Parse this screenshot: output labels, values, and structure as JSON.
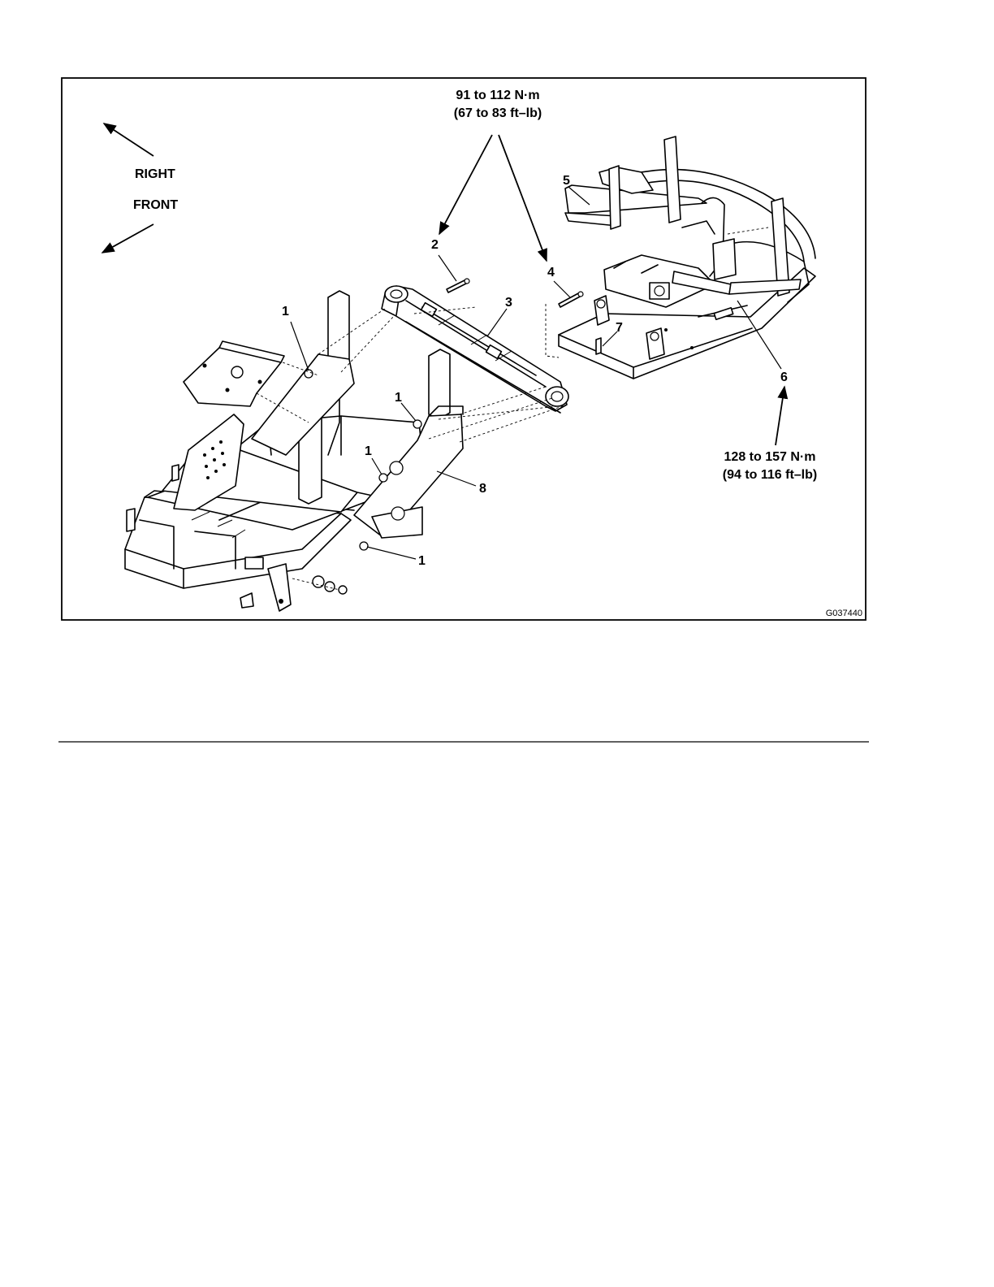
{
  "figure": {
    "directions": {
      "right": "RIGHT",
      "front": "FRONT"
    },
    "torque_top": {
      "metric": "91 to 112 N·m",
      "imperial": "(67 to 83 ft–lb)"
    },
    "torque_bottom": {
      "metric": "128 to 157 N·m",
      "imperial": "(94 to 116 ft–lb)"
    },
    "callouts": [
      {
        "id": "c1a",
        "label": "1"
      },
      {
        "id": "c1b",
        "label": "1"
      },
      {
        "id": "c1c",
        "label": "1"
      },
      {
        "id": "c1d",
        "label": "1"
      },
      {
        "id": "c2",
        "label": "2"
      },
      {
        "id": "c3",
        "label": "3"
      },
      {
        "id": "c4",
        "label": "4"
      },
      {
        "id": "c5",
        "label": "5"
      },
      {
        "id": "c6",
        "label": "6"
      },
      {
        "id": "c7",
        "label": "7"
      },
      {
        "id": "c8",
        "label": "8"
      }
    ],
    "graphic_code": "G037440"
  }
}
